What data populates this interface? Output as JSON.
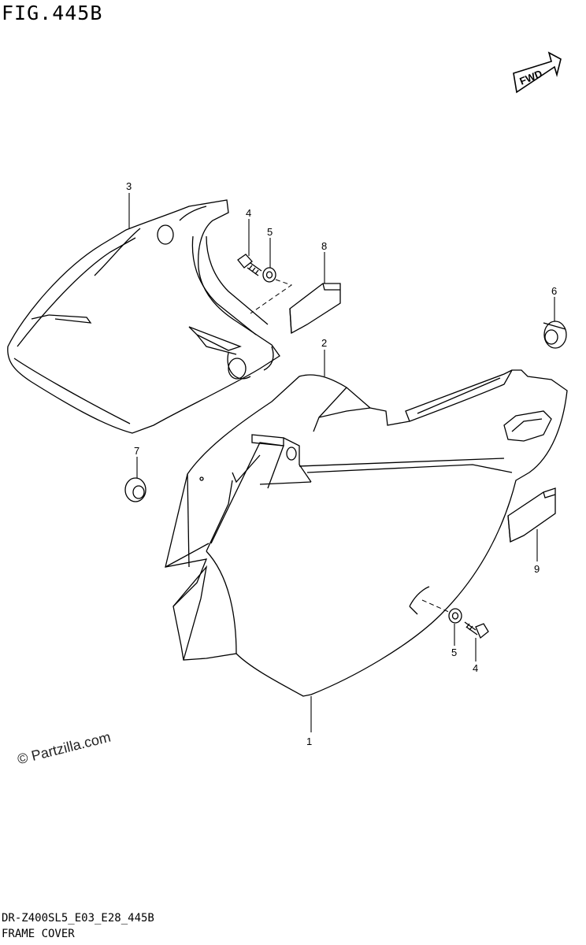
{
  "figure": {
    "title": "FIG.445B",
    "fwd_label": "FWD",
    "watermark": "© Partzilla.com",
    "footer_code": "DR-Z400SL5_E03_E28_445B",
    "footer_name": "FRAME COVER"
  },
  "callouts": [
    {
      "id": "callout-1",
      "label": "1"
    },
    {
      "id": "callout-2",
      "label": "2"
    },
    {
      "id": "callout-3",
      "label": "3"
    },
    {
      "id": "callout-4-top",
      "label": "4"
    },
    {
      "id": "callout-5-top",
      "label": "5"
    },
    {
      "id": "callout-6",
      "label": "6"
    },
    {
      "id": "callout-7",
      "label": "7"
    },
    {
      "id": "callout-8",
      "label": "8"
    },
    {
      "id": "callout-9",
      "label": "9"
    },
    {
      "id": "callout-5-bottom",
      "label": "5"
    },
    {
      "id": "callout-4-bottom",
      "label": "4"
    }
  ]
}
